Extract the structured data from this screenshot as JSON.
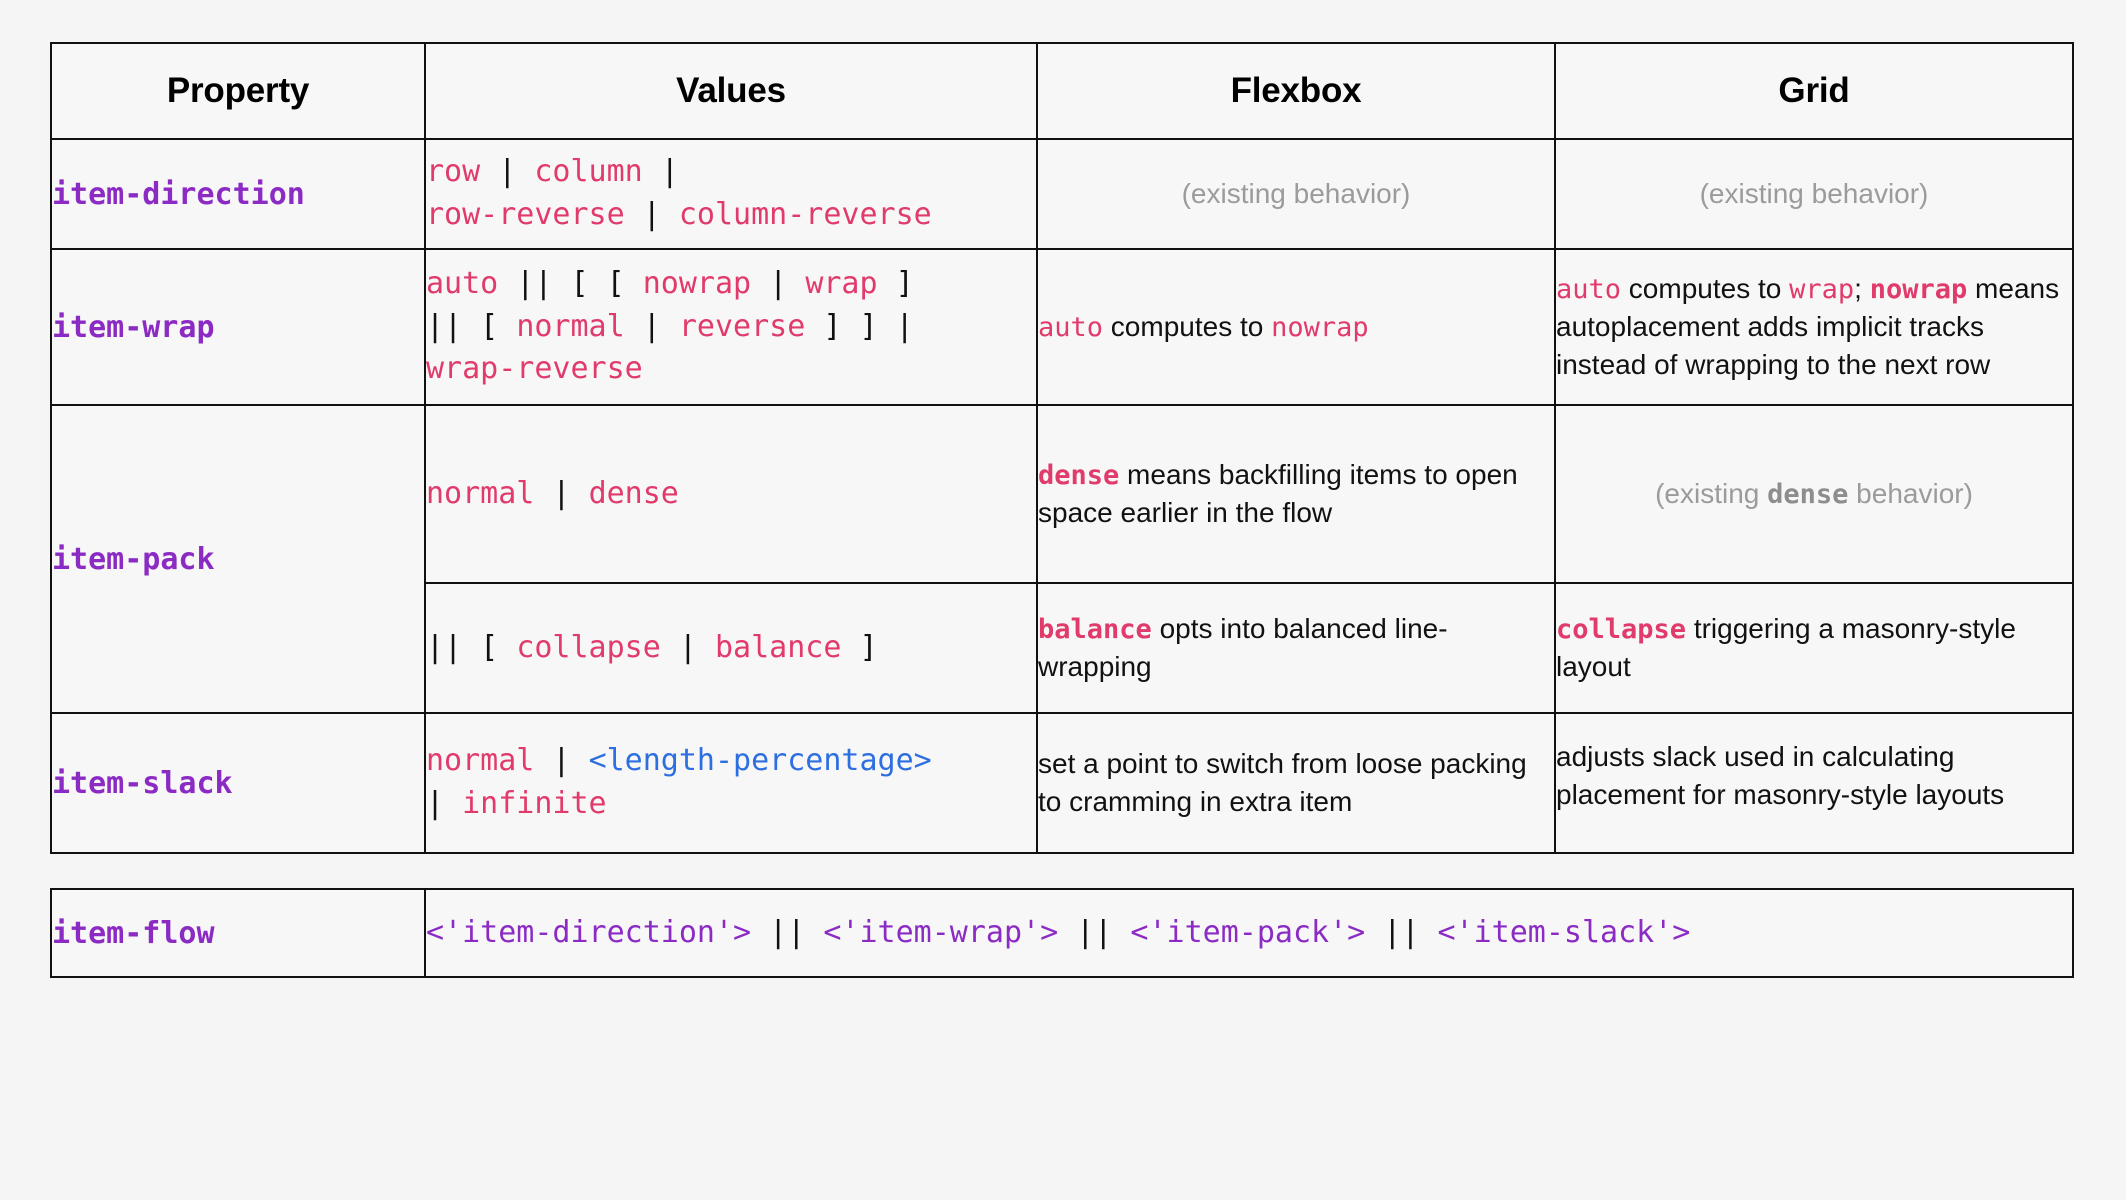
{
  "table": {
    "headers": [
      "Property",
      "Values",
      "Flexbox",
      "Grid"
    ],
    "rows": [
      {
        "property": "item-direction",
        "values_tokens": [
          {
            "t": "row",
            "k": "kw"
          },
          {
            "t": " | ",
            "k": "punc"
          },
          {
            "t": "column",
            "k": "kw"
          },
          {
            "t": " | ",
            "k": "punc"
          },
          {
            "t": "\n",
            "k": "br"
          },
          {
            "t": "row-reverse",
            "k": "kw"
          },
          {
            "t": " | ",
            "k": "punc"
          },
          {
            "t": "column-reverse",
            "k": "kw"
          }
        ],
        "flexbox": "(existing behavior)",
        "grid": "(existing behavior)"
      },
      {
        "property": "item-wrap",
        "values_tokens": [
          {
            "t": "auto",
            "k": "kw"
          },
          {
            "t": " || [ [ ",
            "k": "punc"
          },
          {
            "t": "nowrap",
            "k": "kw"
          },
          {
            "t": " | ",
            "k": "punc"
          },
          {
            "t": "wrap",
            "k": "kw"
          },
          {
            "t": " ]",
            "k": "punc"
          },
          {
            "t": "\n",
            "k": "br"
          },
          {
            "t": "|| [ ",
            "k": "punc"
          },
          {
            "t": "normal",
            "k": "kw"
          },
          {
            "t": " | ",
            "k": "punc"
          },
          {
            "t": "reverse",
            "k": "kw"
          },
          {
            "t": " ] ] |",
            "k": "punc"
          },
          {
            "t": "\n",
            "k": "br"
          },
          {
            "t": "wrap-reverse",
            "k": "kw"
          }
        ],
        "flexbox_parts": [
          {
            "t": "auto",
            "k": "code"
          },
          {
            "t": " computes to ",
            "k": "text"
          },
          {
            "t": "nowrap",
            "k": "code"
          }
        ],
        "grid_parts": [
          {
            "t": "auto",
            "k": "code"
          },
          {
            "t": " computes to ",
            "k": "text"
          },
          {
            "t": "wrap",
            "k": "code"
          },
          {
            "t": ";  ",
            "k": "text"
          },
          {
            "t": "nowrap",
            "k": "code-b"
          },
          {
            "t": " means autoplacement adds implicit tracks instead of wrapping to the next row",
            "k": "text"
          }
        ]
      },
      {
        "property": "item-pack",
        "sub_rows": [
          {
            "values_tokens": [
              {
                "t": "normal",
                "k": "kw"
              },
              {
                "t": " | ",
                "k": "punc"
              },
              {
                "t": "dense",
                "k": "kw"
              }
            ],
            "flexbox_parts": [
              {
                "t": "dense",
                "k": "code-b"
              },
              {
                "t": " means backfilling items to open space earlier in the flow",
                "k": "text"
              }
            ],
            "grid_parts": [
              {
                "t": "(existing ",
                "k": "muted"
              },
              {
                "t": "dense",
                "k": "code-gray"
              },
              {
                "t": " behavior)",
                "k": "muted"
              }
            ]
          },
          {
            "values_tokens": [
              {
                "t": "|| [ ",
                "k": "punc"
              },
              {
                "t": "collapse",
                "k": "kw"
              },
              {
                "t": " | ",
                "k": "punc"
              },
              {
                "t": "balance",
                "k": "kw"
              },
              {
                "t": " ]",
                "k": "punc"
              }
            ],
            "flexbox_parts": [
              {
                "t": "balance",
                "k": "code-b"
              },
              {
                "t": " opts into balanced line-wrapping",
                "k": "text"
              }
            ],
            "grid_parts": [
              {
                "t": "collapse",
                "k": "code-b"
              },
              {
                "t": " triggering a masonry-style layout",
                "k": "text"
              }
            ]
          }
        ]
      },
      {
        "property": "item-slack",
        "values_tokens": [
          {
            "t": "normal",
            "k": "kw"
          },
          {
            "t": " | ",
            "k": "punc"
          },
          {
            "t": "<length-percentage>",
            "k": "typ"
          },
          {
            "t": "\n",
            "k": "br"
          },
          {
            "t": "| ",
            "k": "punc"
          },
          {
            "t": "infinite",
            "k": "kw"
          }
        ],
        "flexbox_parts": [
          {
            "t": "set a point to switch from loose packing to cramming in extra item",
            "k": "text"
          }
        ],
        "grid_parts": [
          {
            "t": "adjusts slack used in calculating placement for masonry-style layouts",
            "k": "text"
          }
        ]
      }
    ]
  },
  "flow_table": {
    "property": "item-flow",
    "values_tokens": [
      {
        "t": "<'item-direction'>",
        "k": "propref"
      },
      {
        "t": " || ",
        "k": "punc"
      },
      {
        "t": "<'item-wrap'>",
        "k": "propref"
      },
      {
        "t": " || ",
        "k": "punc"
      },
      {
        "t": "<'item-pack'>",
        "k": "propref"
      },
      {
        "t": " || ",
        "k": "punc"
      },
      {
        "t": "<'item-slack'>",
        "k": "propref"
      }
    ]
  },
  "colors": {
    "page_bg": "#f5f5f5",
    "cell_bg": "#f7f7f7",
    "border": "#111111",
    "keyword": "#e03b6b",
    "property": "#8b2bc4",
    "type": "#2d6fe0",
    "muted": "#9b9b9b",
    "highlight_blue": "#e3e8f7",
    "highlight_yellow": "#f7f7cf"
  }
}
